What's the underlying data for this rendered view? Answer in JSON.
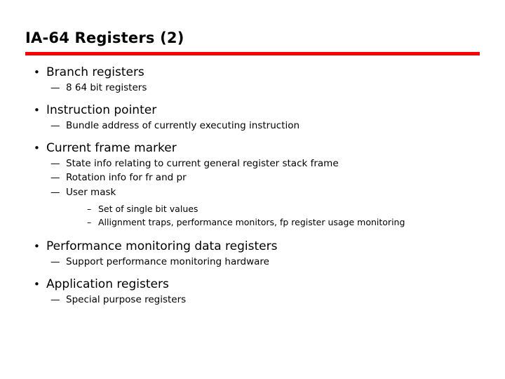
{
  "slide": {
    "title": "IA-64 Registers (2)",
    "accent_color": "#ff0000",
    "text_color": "#000000",
    "background_color": "#ffffff",
    "markers": {
      "level1": "•",
      "level2": "—",
      "level3": "–"
    },
    "bullets": [
      {
        "level": 1,
        "text": "Branch registers"
      },
      {
        "level": 2,
        "text": "8 64 bit registers"
      },
      {
        "level": 1,
        "text": "Instruction pointer"
      },
      {
        "level": 2,
        "text": "Bundle address of currently executing instruction"
      },
      {
        "level": 1,
        "text": "Current frame marker"
      },
      {
        "level": 2,
        "text": "State info relating to current general register stack frame"
      },
      {
        "level": 2,
        "text": "Rotation info for fr and pr"
      },
      {
        "level": 2,
        "text": "User mask"
      },
      {
        "level": 3,
        "text": "Set of single bit values"
      },
      {
        "level": 3,
        "text": "Allignment traps, performance monitors, fp register usage monitoring"
      },
      {
        "level": 1,
        "text": "Performance monitoring data registers"
      },
      {
        "level": 2,
        "text": "Support performance monitoring hardware"
      },
      {
        "level": 1,
        "text": "Application registers"
      },
      {
        "level": 2,
        "text": "Special purpose registers"
      }
    ]
  }
}
